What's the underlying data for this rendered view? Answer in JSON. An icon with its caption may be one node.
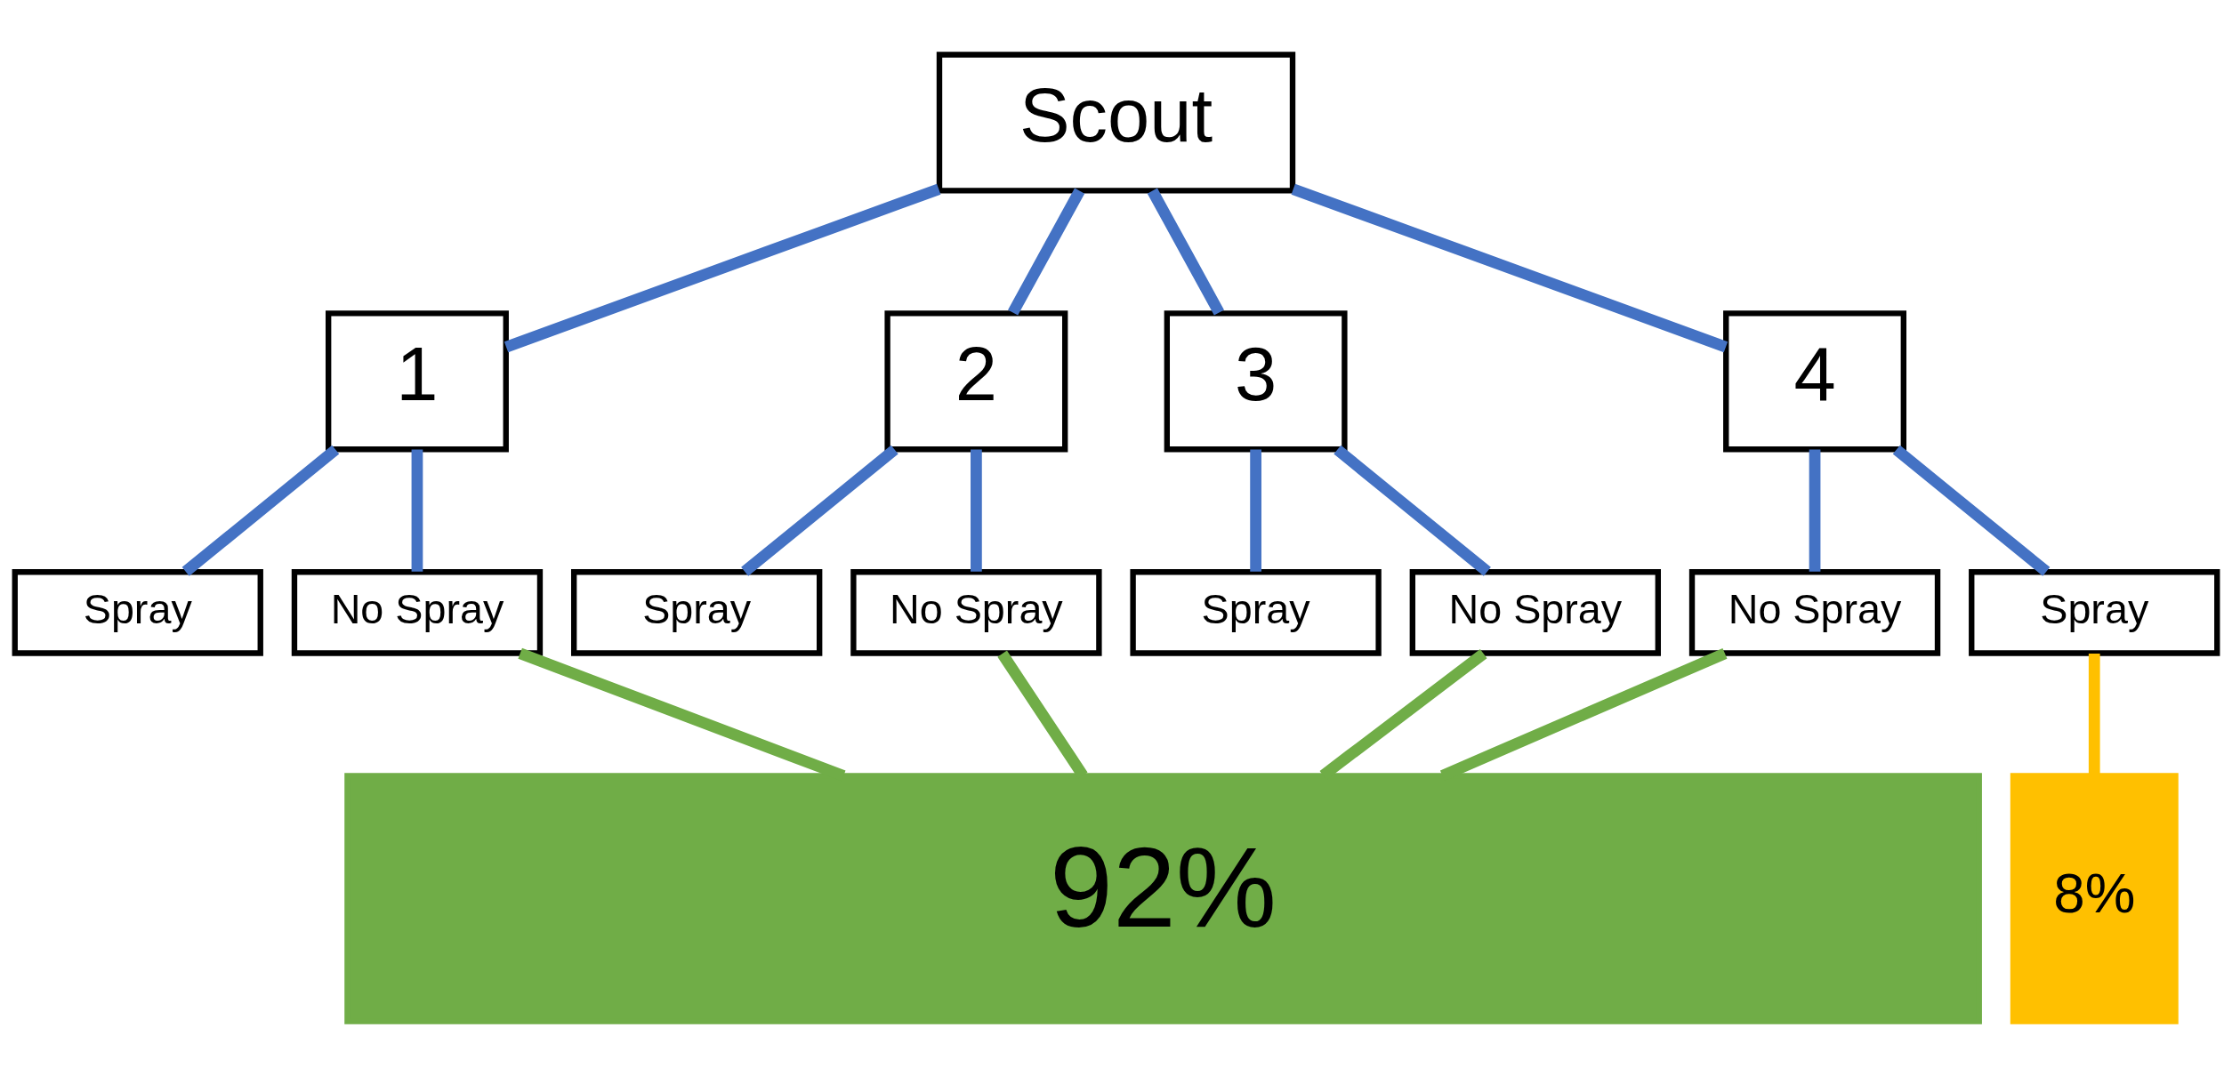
{
  "diagram": {
    "nodes": [
      {
        "text": [
          "Scout"
        ]
      },
      {
        "text": [
          "1"
        ]
      },
      {
        "text": [
          "2"
        ]
      },
      {
        "text": [
          "3"
        ]
      },
      {
        "text": [
          "4"
        ]
      },
      {
        "text": [
          "Spray"
        ]
      },
      {
        "text": [
          "No Spray"
        ]
      },
      {
        "text": [
          "Spray"
        ]
      },
      {
        "text": [
          "No Spray"
        ]
      },
      {
        "text": [
          "Spray"
        ]
      },
      {
        "text": [
          "No Spray"
        ]
      },
      {
        "text": [
          "Spray"
        ]
      },
      {
        "text": [
          "No Spray"
        ]
      },
      {
        "text": [
          "92%"
        ]
      },
      {
        "text": [
          "8%"
        ]
      }
    ],
    "edges": [
      {
        "from": 0,
        "to": 1,
        "arrow": "none"
      },
      {
        "from": 0,
        "to": 2,
        "arrow": "none"
      },
      {
        "from": 0,
        "to": 3,
        "arrow": "none"
      },
      {
        "from": 0,
        "to": 4,
        "arrow": "none"
      },
      {
        "from": 1,
        "to": 5,
        "arrow": "none"
      },
      {
        "from": 1,
        "to": 6,
        "arrow": "none"
      },
      {
        "from": 2,
        "to": 7,
        "arrow": "none"
      },
      {
        "from": 2,
        "to": 8,
        "arrow": "none"
      },
      {
        "from": 3,
        "to": 9,
        "arrow": "none"
      },
      {
        "from": 3,
        "to": 10,
        "arrow": "none"
      },
      {
        "from": 4,
        "to": 11,
        "arrow": "none"
      },
      {
        "from": 4,
        "to": 12,
        "arrow": "none"
      },
      {
        "from": 6,
        "to": 13,
        "arrow": "none",
        "color": "#70ad47"
      },
      {
        "from": 8,
        "to": 13,
        "arrow": "none",
        "color": "#70ad47"
      },
      {
        "from": 10,
        "to": 13,
        "arrow": "none",
        "color": "#70ad47"
      },
      {
        "from": 12,
        "to": 13,
        "arrow": "none",
        "color": "#70ad47"
      },
      {
        "from": 11,
        "to": 14,
        "arrow": "none",
        "color": "#ffc000"
      }
    ]
  }
}
